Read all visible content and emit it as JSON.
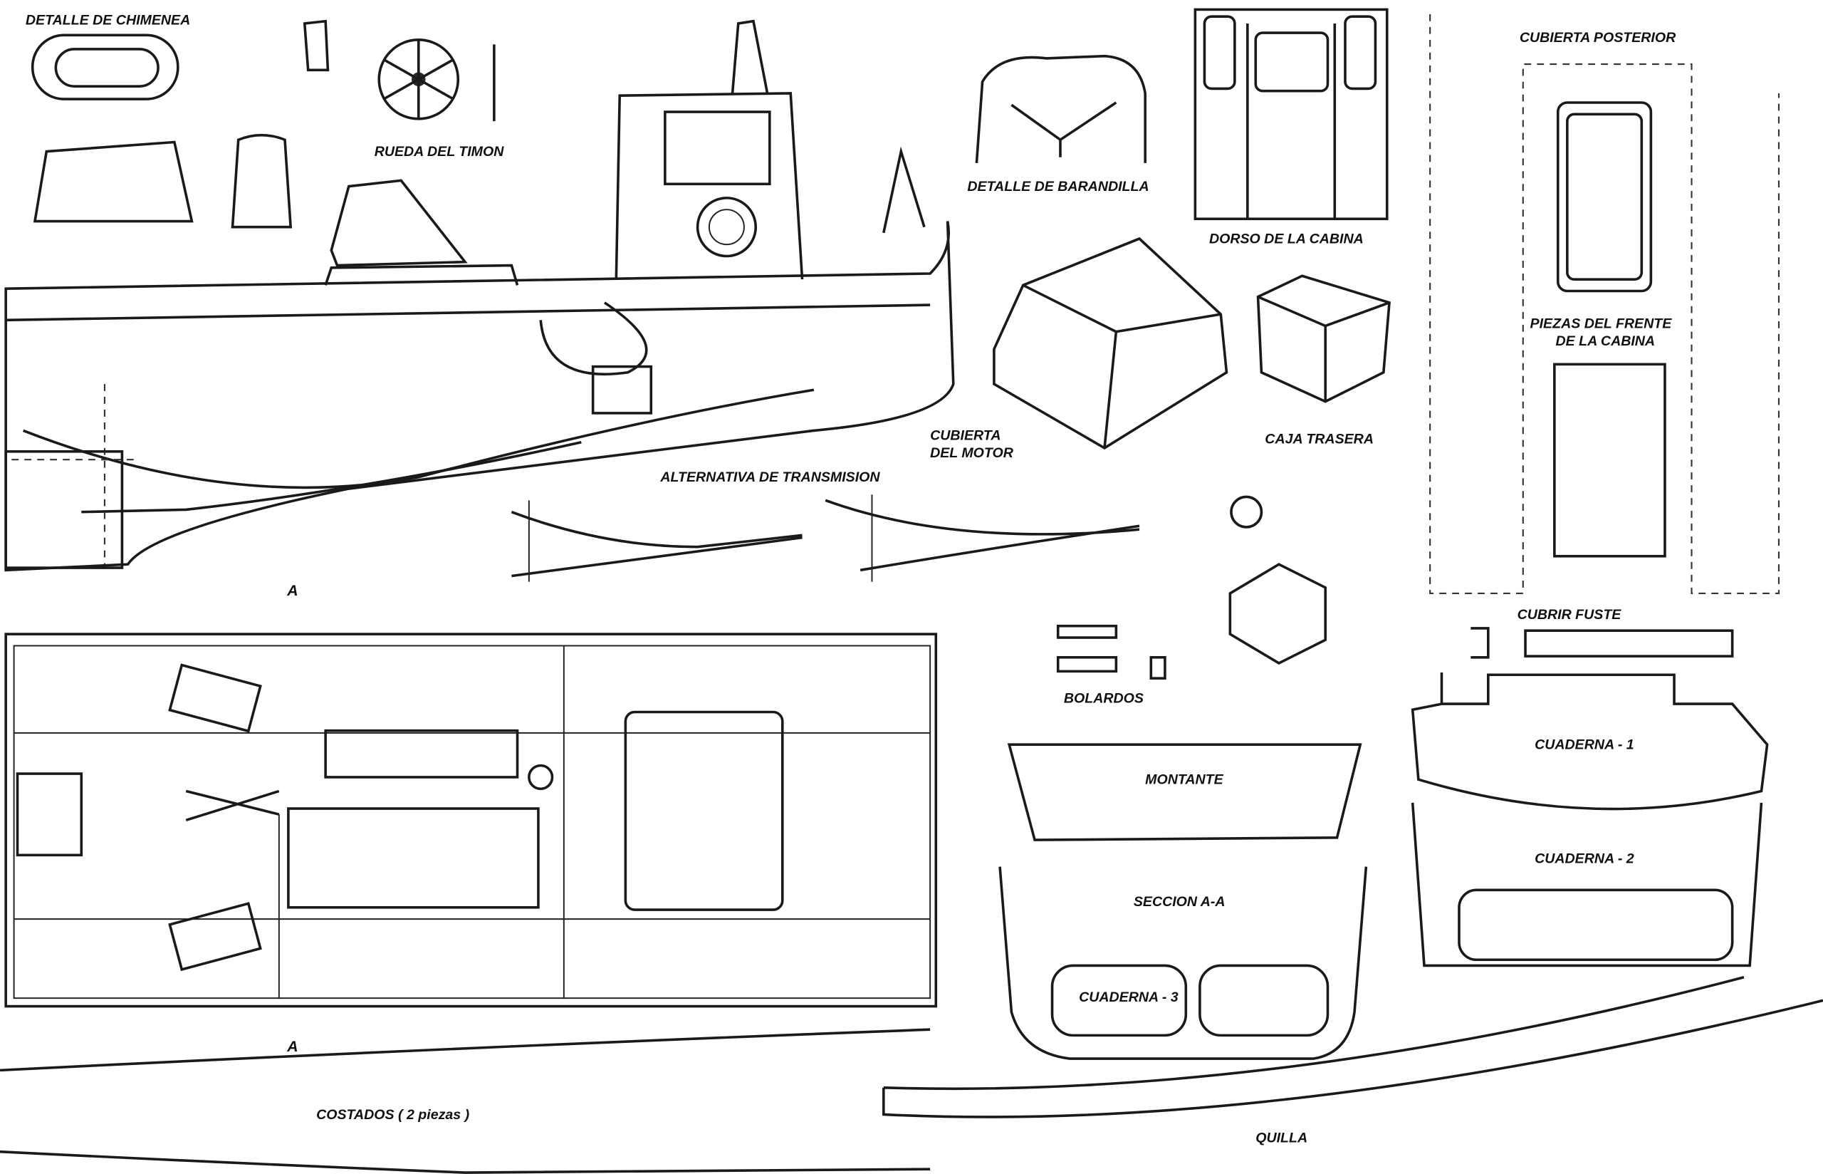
{
  "title": "Boat model plans",
  "labels": {
    "chimenea": "DETALLE DE CHIMENEA",
    "timon": "RUEDA DEL TIMON",
    "barandilla": "DETALLE DE BARANDILLA",
    "dorso_cabina": "DORSO DE LA CABINA",
    "cubierta_posterior": "CUBIERTA POSTERIOR",
    "piezas_frente_1": "PIEZAS DEL FRENTE",
    "piezas_frente_2": "DE LA CABINA",
    "cubierta_motor_1": "CUBIERTA",
    "cubierta_motor_2": "DEL MOTOR",
    "caja_trasera": "CAJA TRASERA",
    "transmision": "ALTERNATIVA DE TRANSMISION",
    "section_mark_top": "A",
    "section_mark_bottom": "A",
    "cubrir_fuste": "CUBRIR FUSTE",
    "bolardos": "BOLARDOS",
    "montante": "MONTANTE",
    "cuaderna_1": "CUADERNA - 1",
    "cuaderna_2": "CUADERNA - 2",
    "seccion": "SECCION A-A",
    "cuaderna_3": "CUADERNA - 3",
    "costados": "COSTADOS ( 2 piezas )",
    "quilla": "QUILLA"
  }
}
